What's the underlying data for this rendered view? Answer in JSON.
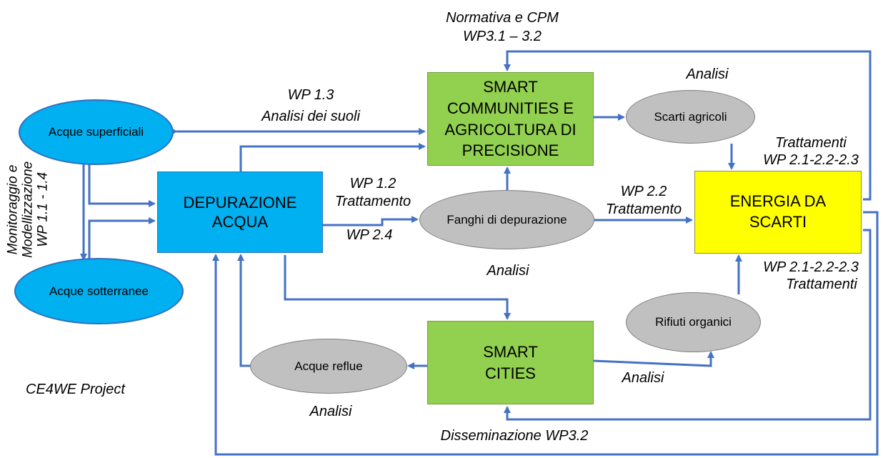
{
  "nodes": {
    "acque_superficiali": "Acque superficiali",
    "acque_sotterranee": "Acque sotterranee",
    "depurazione": "DEPURAZIONE ACQUA",
    "smart_communities": "SMART COMMUNITIES E AGRICOLTURA DI PRECISIONE",
    "scarti_agricoli": "Scarti agricoli",
    "fanghi": "Fanghi di depurazione",
    "energia": "ENERGIA DA SCARTI",
    "rifiuti": "Rifiuti organici",
    "smart_cities": "SMART CITIES",
    "acque_reflue": "Acque reflue"
  },
  "labels": {
    "normativa_1": "Normativa e CPM",
    "normativa_2": "WP3.1 – 3.2",
    "analisi_top": "Analisi",
    "wp13_1": "WP 1.3",
    "wp13_2": "Analisi dei suoli",
    "trattamenti_top_1": "Trattamenti",
    "trattamenti_top_2": "WP 2.1-2.2-2.3",
    "wp12_1": "WP 1.2",
    "wp12_2": "Trattamento",
    "wp24": "WP 2.4",
    "wp22_1": "WP 2.2",
    "wp22_2": "Trattamento",
    "analisi_fanghi": "Analisi",
    "trattamenti_bot_1": "WP 2.1-2.2-2.3",
    "trattamenti_bot_2": "Trattamenti",
    "analisi_cities": "Analisi",
    "analisi_reflue": "Analisi",
    "disseminazione": "Disseminazione WP3.2",
    "project": "CE4WE Project",
    "monitoraggio_1": "Monitoraggio e",
    "monitoraggio_2": "Modellizzazione",
    "monitoraggio_3": "WP 1.1 - 1.4"
  },
  "colors": {
    "blue_fill": "#00b0f0",
    "blue_stroke": "#2f6fbf",
    "green_fill": "#92d050",
    "gray_fill": "#c0c0c0",
    "yellow_fill": "#ffff00",
    "arrow": "#4472c4"
  }
}
